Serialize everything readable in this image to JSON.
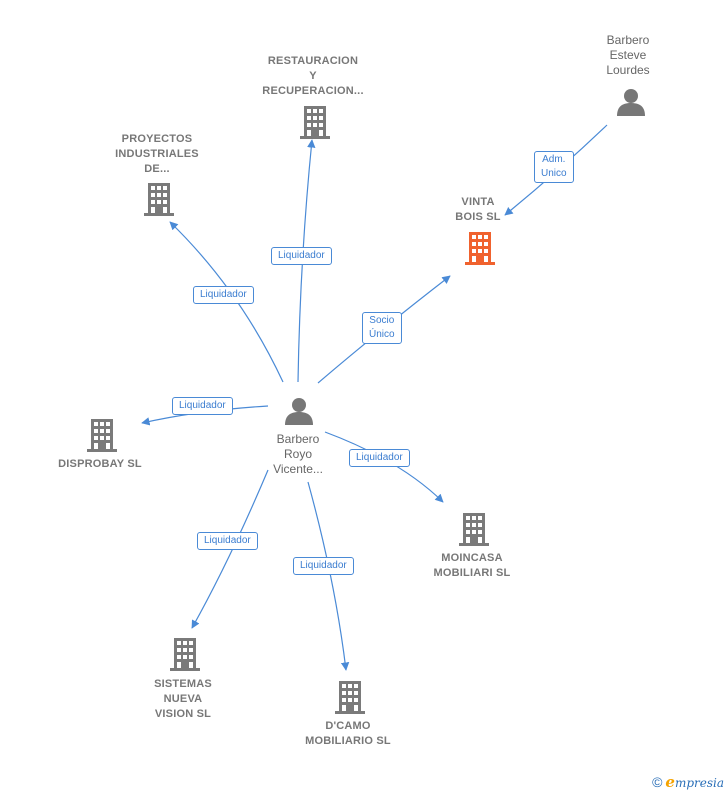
{
  "colors": {
    "edge": "#4a8ad6",
    "building": "#7a7a7a",
    "highlight": "#f0622e",
    "person": "#777777"
  },
  "nodes": {
    "center": {
      "label": "Barbero\nRoyo\nVicente..."
    },
    "top_person": {
      "label": "Barbero\nEsteve\nLourdes"
    },
    "vinta": {
      "label": "VINTA\nBOIS  SL"
    },
    "restauracion": {
      "label": "RESTAURACION\nY\nRECUPERACION..."
    },
    "proyectos": {
      "label": "PROYECTOS\nINDUSTRIALES\nDE..."
    },
    "disprobay": {
      "label": "DISPROBAY SL"
    },
    "moincasa": {
      "label": "MOINCASA\nMOBILIARI SL"
    },
    "sistemas": {
      "label": "SISTEMAS\nNUEVA\nVISION  SL"
    },
    "dcamo": {
      "label": "D'CAMO\nMOBILIARIO SL"
    }
  },
  "edges": {
    "adm": "Adm.\nUnico",
    "socio": "Socio\nÚnico",
    "restauracion": "Liquidador",
    "proyectos": "Liquidador",
    "disprobay": "Liquidador",
    "moincasa": "Liquidador",
    "sistemas": "Liquidador",
    "dcamo": "Liquidador"
  },
  "footer": {
    "copyright": "©",
    "brand_first": "e",
    "brand_rest": "mpresia"
  }
}
